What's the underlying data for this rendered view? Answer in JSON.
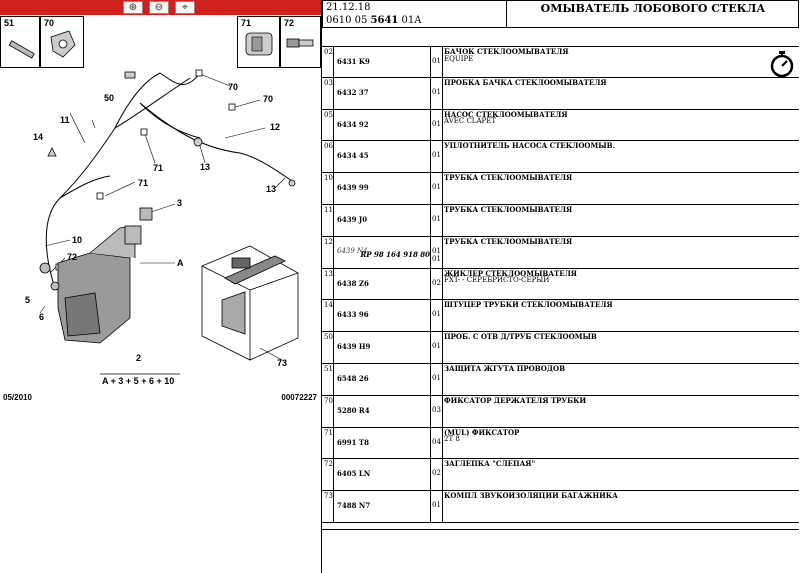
{
  "zoom_buttons": [
    {
      "name": "zoom-in-button",
      "glyph": "⊕"
    },
    {
      "name": "zoom-out-button",
      "glyph": "⊖"
    },
    {
      "name": "zoom-fit-button",
      "glyph": "⌖"
    }
  ],
  "thumbnails": [
    {
      "label": "51"
    },
    {
      "label": "70"
    },
    {
      "label": "71"
    },
    {
      "label": "72"
    }
  ],
  "diagram": {
    "callouts": [
      "50",
      "70",
      "70",
      "11",
      "12",
      "14",
      "71",
      "13",
      "71",
      "13",
      "3",
      "10",
      "72",
      "A",
      "5",
      "6",
      "73"
    ],
    "formula_top": "2",
    "formula_bottom": "A + 3 + 5 + 6 + 10",
    "footer_date": "05/2010",
    "footer_ref": "00072227"
  },
  "header": {
    "date": "21.12.18",
    "code_prefix": "0610 05 ",
    "code_bold": "5641",
    "code_suffix": " 01A",
    "title": "ОМЫВАТЕЛЬ ЛОБОВОГО СТЕКЛА"
  },
  "parts": [
    {
      "pos": "02",
      "ref": "6431 K9",
      "qty": "01",
      "desc": "БАЧОК СТЕКЛООМЫВАТЕЛЯ",
      "desc2": "EQUIPE"
    },
    {
      "pos": "03",
      "ref": "6432 37",
      "qty": "01",
      "desc": "ПРОБКА БАЧКА СТЕКЛООМЫВАТЕЛЯ",
      "desc2": ""
    },
    {
      "pos": "05",
      "ref": "6434 92",
      "qty": "01",
      "desc": "НАСОС СТЕКЛООМЫВАТЕЛЯ",
      "desc2": "AVEC CLAPET"
    },
    {
      "pos": "06",
      "ref": "6434 45",
      "qty": "01",
      "desc": "УПЛОТНИТЕЛЬ НАСОСА СТЕКЛООМЫВ.",
      "desc2": ""
    },
    {
      "pos": "10",
      "ref": "6439 99",
      "qty": "01",
      "desc": "ТРУБКА СТЕКЛООМЫВАТЕЛЯ",
      "desc2": ""
    },
    {
      "pos": "11",
      "ref": "6439 J0",
      "qty": "01",
      "desc": "ТРУБКА СТЕКЛООМЫВАТЕЛЯ",
      "desc2": ""
    },
    {
      "pos": "12",
      "ref": "6439 N4",
      "ref2": "RP 98 164 918 80",
      "qty": "01 01",
      "desc": "ТРУБКА СТЕКЛООМЫВАТЕЛЯ",
      "desc2": "",
      "alt": true
    },
    {
      "pos": "13",
      "ref": "6438 Z6",
      "qty": "02",
      "desc": "ЖИКЛЕР СТЕКЛООМЫВАТЕЛЯ",
      "desc2": "FXT- - СЕРЕБРИСТО-СЕРЫЙ"
    },
    {
      "pos": "14",
      "ref": "6433 96",
      "qty": "01",
      "desc": "ШТУЦЕР ТРУБКИ СТЕКЛООМЫВАТЕЛЯ",
      "desc2": ""
    },
    {
      "pos": "50",
      "ref": "6439 H9",
      "qty": "01",
      "desc": "ПРОБ. С ОТВ Д/ТРУБ СТЕКЛООМЫВ",
      "desc2": ""
    },
    {
      "pos": "51",
      "ref": "6548 26",
      "qty": "01",
      "desc": "ЗАЩИТА ЖГУТА ПРОВОДОВ",
      "desc2": ""
    },
    {
      "pos": "70",
      "ref": "5280 R4",
      "qty": "03",
      "desc": "ФИКСАТОР ДЕРЖАТЕЛЯ ТРУБКИ",
      "desc2": ""
    },
    {
      "pos": "71",
      "ref": "6991 T8",
      "qty": "04",
      "desc": "(MUL) ФИКСАТОР",
      "desc2": "2T 8"
    },
    {
      "pos": "72",
      "ref": "6405 LN",
      "qty": "02",
      "desc": "ЗАГЛЕПКА \"СЛЕПАЯ\"",
      "desc2": ""
    },
    {
      "pos": "73",
      "ref": "7488 N7",
      "qty": "01",
      "desc": "КОМПЛ ЗВУКОИЗОЛЯЦИИ БАГАЖНИКА",
      "desc2": ""
    }
  ]
}
